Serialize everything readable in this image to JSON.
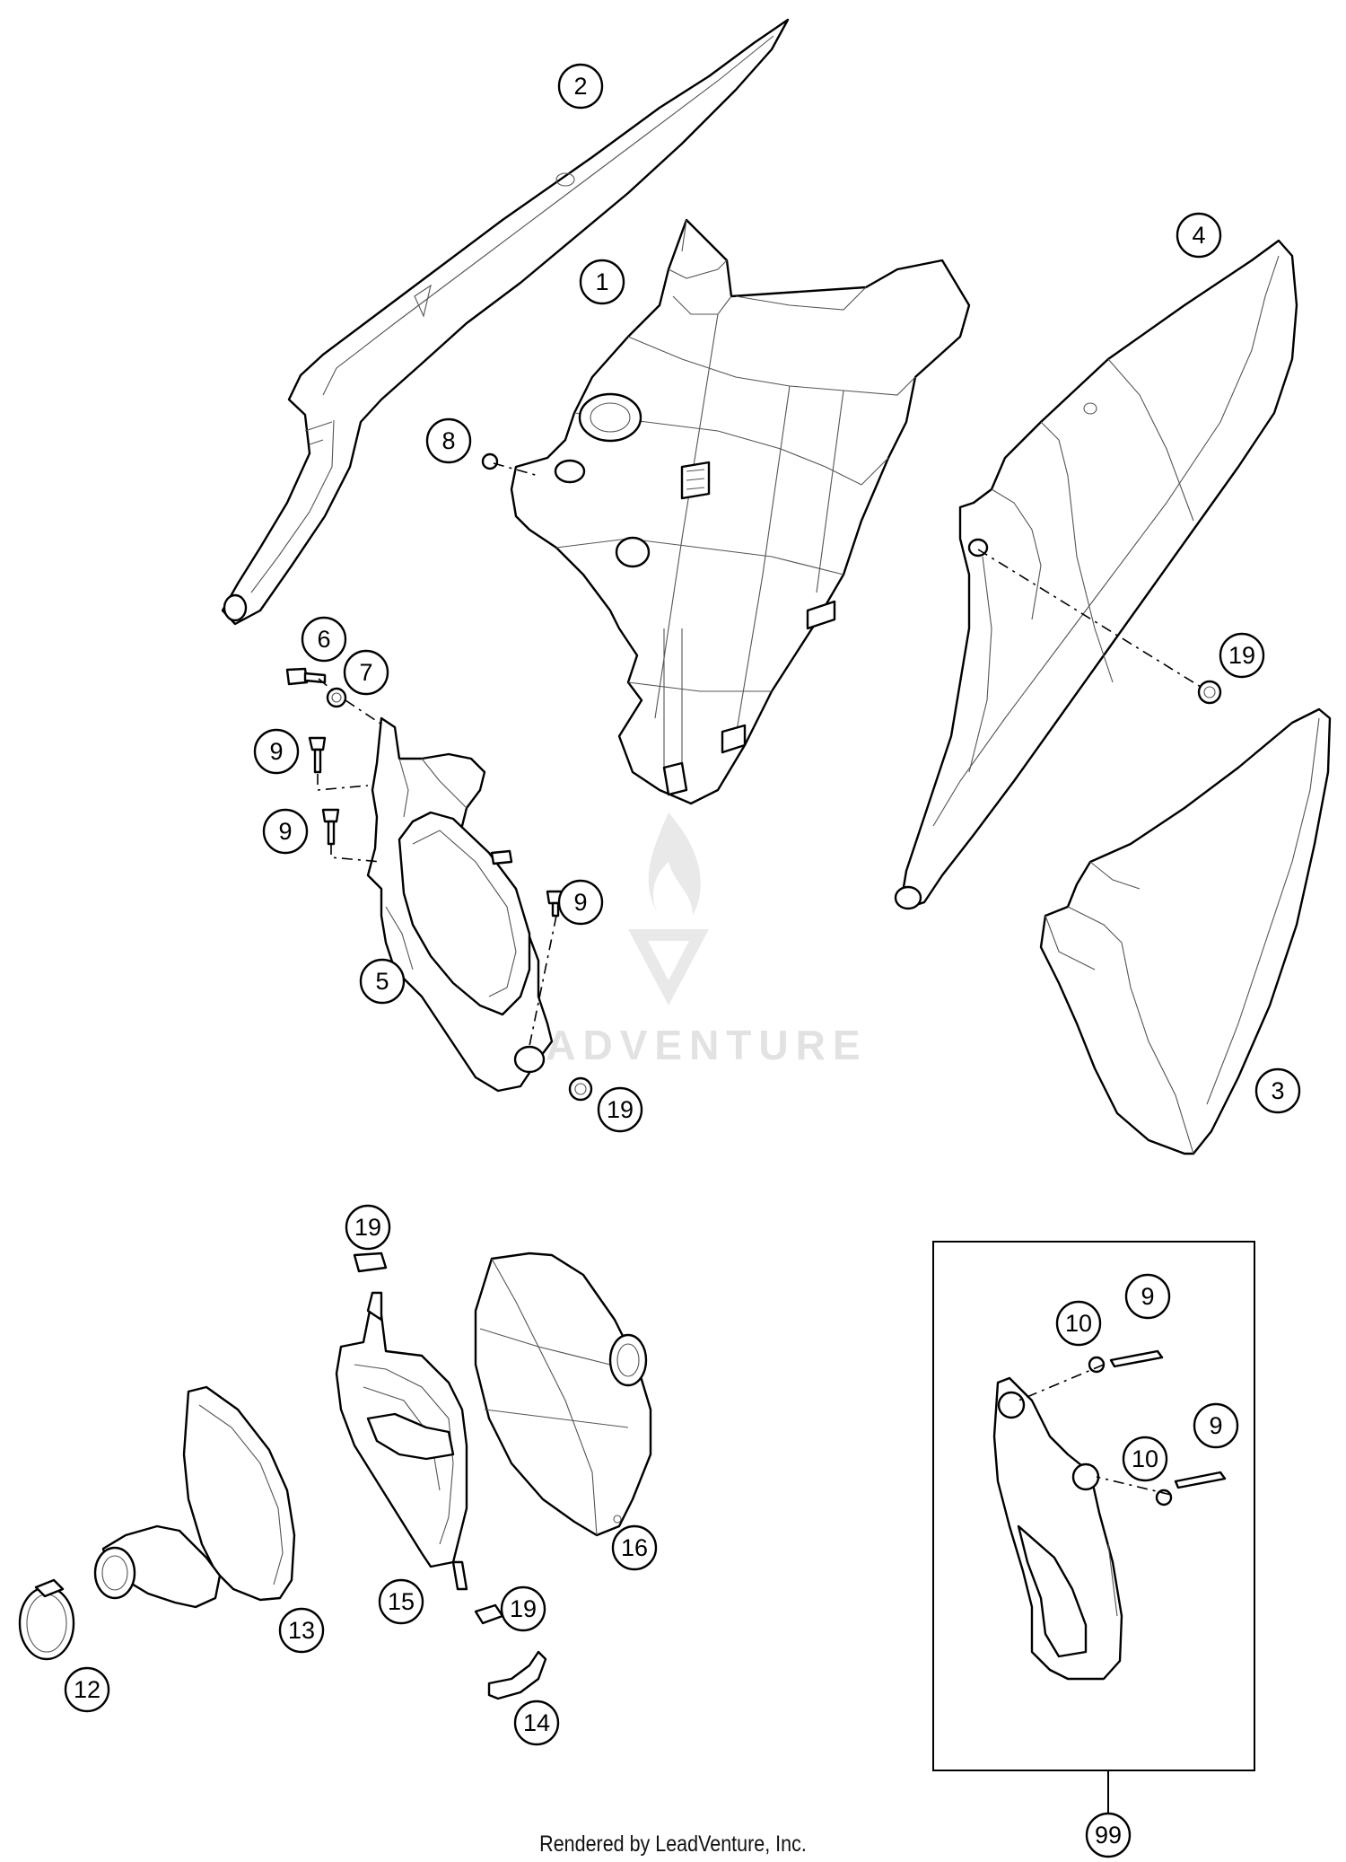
{
  "watermark": {
    "brand": "LEADVENTURE"
  },
  "footer": {
    "text": "Rendered by LeadVenture, Inc."
  },
  "callouts": [
    {
      "id": "c1",
      "label": "1"
    },
    {
      "id": "c2",
      "label": "2"
    },
    {
      "id": "c3",
      "label": "3"
    },
    {
      "id": "c4",
      "label": "4"
    },
    {
      "id": "c5",
      "label": "5"
    },
    {
      "id": "c6",
      "label": "6"
    },
    {
      "id": "c7",
      "label": "7"
    },
    {
      "id": "c8",
      "label": "8"
    },
    {
      "id": "c9a",
      "label": "9"
    },
    {
      "id": "c9b",
      "label": "9"
    },
    {
      "id": "c9c",
      "label": "9"
    },
    {
      "id": "c9d",
      "label": "9"
    },
    {
      "id": "c9e",
      "label": "9"
    },
    {
      "id": "c10a",
      "label": "10"
    },
    {
      "id": "c10b",
      "label": "10"
    },
    {
      "id": "c12",
      "label": "12"
    },
    {
      "id": "c13",
      "label": "13"
    },
    {
      "id": "c14",
      "label": "14"
    },
    {
      "id": "c15",
      "label": "15"
    },
    {
      "id": "c16",
      "label": "16"
    },
    {
      "id": "c19a",
      "label": "19"
    },
    {
      "id": "c19b",
      "label": "19"
    },
    {
      "id": "c19c",
      "label": "19"
    },
    {
      "id": "c19d",
      "label": "19"
    },
    {
      "id": "c99",
      "label": "99"
    }
  ]
}
